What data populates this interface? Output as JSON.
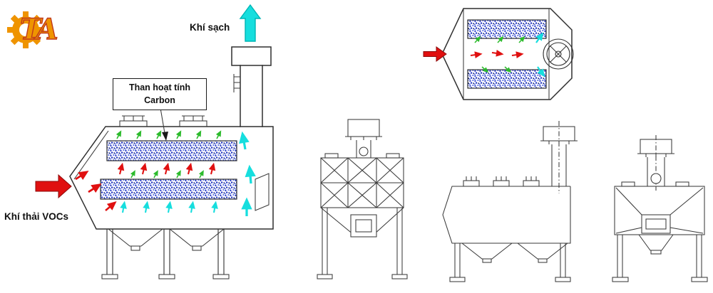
{
  "logo": {
    "monogram": "TA"
  },
  "labels": {
    "clean_air": "Khí sạch",
    "carbon_line1": "Than hoạt tính",
    "carbon_line2": "Carbon",
    "voc_inlet": "Khí thải VOCs"
  },
  "colors": {
    "background": "#ffffff",
    "line": "#2f2f2f",
    "thin_line": "#3a3a3a",
    "carbon_blue": "#1d32c2",
    "arrow_red": "#e01010",
    "arrow_green": "#2dbb2d",
    "arrow_cyan": "#16dede",
    "arrow_cyan_dark": "#00b5b5",
    "logo_orange": "#ef9400",
    "logo_red": "#c03a1d"
  }
}
